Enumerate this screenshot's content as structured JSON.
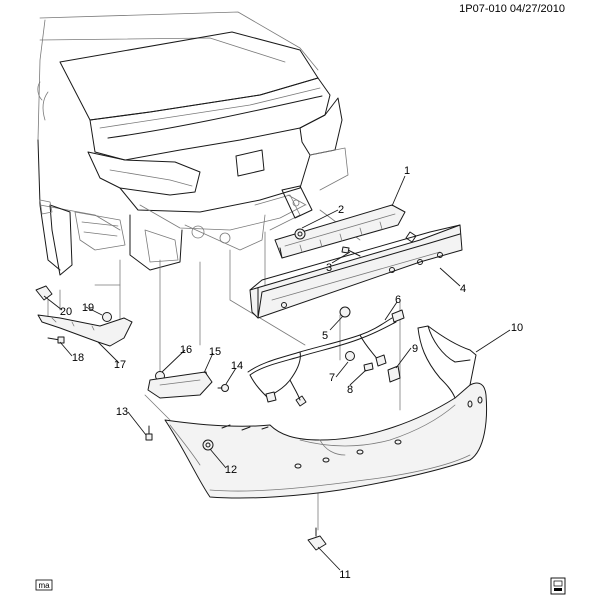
{
  "header": {
    "ref": "1P07-010 04/27/2010"
  },
  "callouts": {
    "c1": "1",
    "c2": "2",
    "c3": "3",
    "c4": "4",
    "c5": "5",
    "c6": "6",
    "c7": "7",
    "c8": "8",
    "c9": "9",
    "c10": "10",
    "c11": "11",
    "c12": "12",
    "c13": "13",
    "c14": "14",
    "c15": "15",
    "c16": "16",
    "c17": "17",
    "c18": "18",
    "c19": "19",
    "c20": "20"
  },
  "footer": {
    "logo_left": "ma"
  }
}
